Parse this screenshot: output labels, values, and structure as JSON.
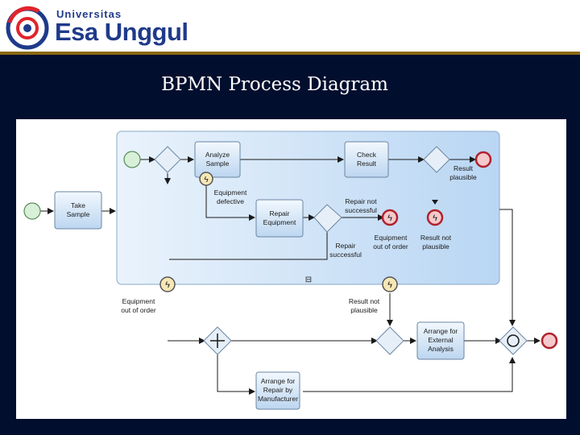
{
  "header": {
    "logo_small_text": "Universitas",
    "logo_big_text": "Esa Unggul",
    "rule_color": "#8a6a10"
  },
  "slide": {
    "title": "BPMN Process Diagram",
    "background": "#020e2e"
  },
  "diagram": {
    "subprocess_fill": "#cfe3f6",
    "tasks": {
      "analyze": [
        "Analyze",
        "Sample"
      ],
      "check": [
        "Check",
        "Result"
      ],
      "take": [
        "Take",
        "Sample"
      ],
      "repair": [
        "Repair",
        "Equipment"
      ],
      "external": [
        "Arrange for",
        "External",
        "Analysis"
      ],
      "manufacturer": [
        "Arrange for",
        "Repair by",
        "Manufacturer"
      ]
    },
    "labels": {
      "result_plausible_top": [
        "Result",
        "plausible"
      ],
      "equipment_defective": [
        "Equipment",
        "defective"
      ],
      "repair_not_successful": [
        "Repair not",
        "successful"
      ],
      "equipment_out_of_order_inner": [
        "Equipment",
        "out of order"
      ],
      "result_not_plausible_inner": [
        "Result not",
        "plausible"
      ],
      "repair_successful": [
        "Repair",
        "successful"
      ],
      "equipment_out_of_order_outer": [
        "Equipment",
        "out of order"
      ],
      "result_not_plausible_outer": [
        "Result not",
        "plausible"
      ]
    },
    "subprocess_marker": "⊟",
    "error_marker": "ϟ"
  }
}
